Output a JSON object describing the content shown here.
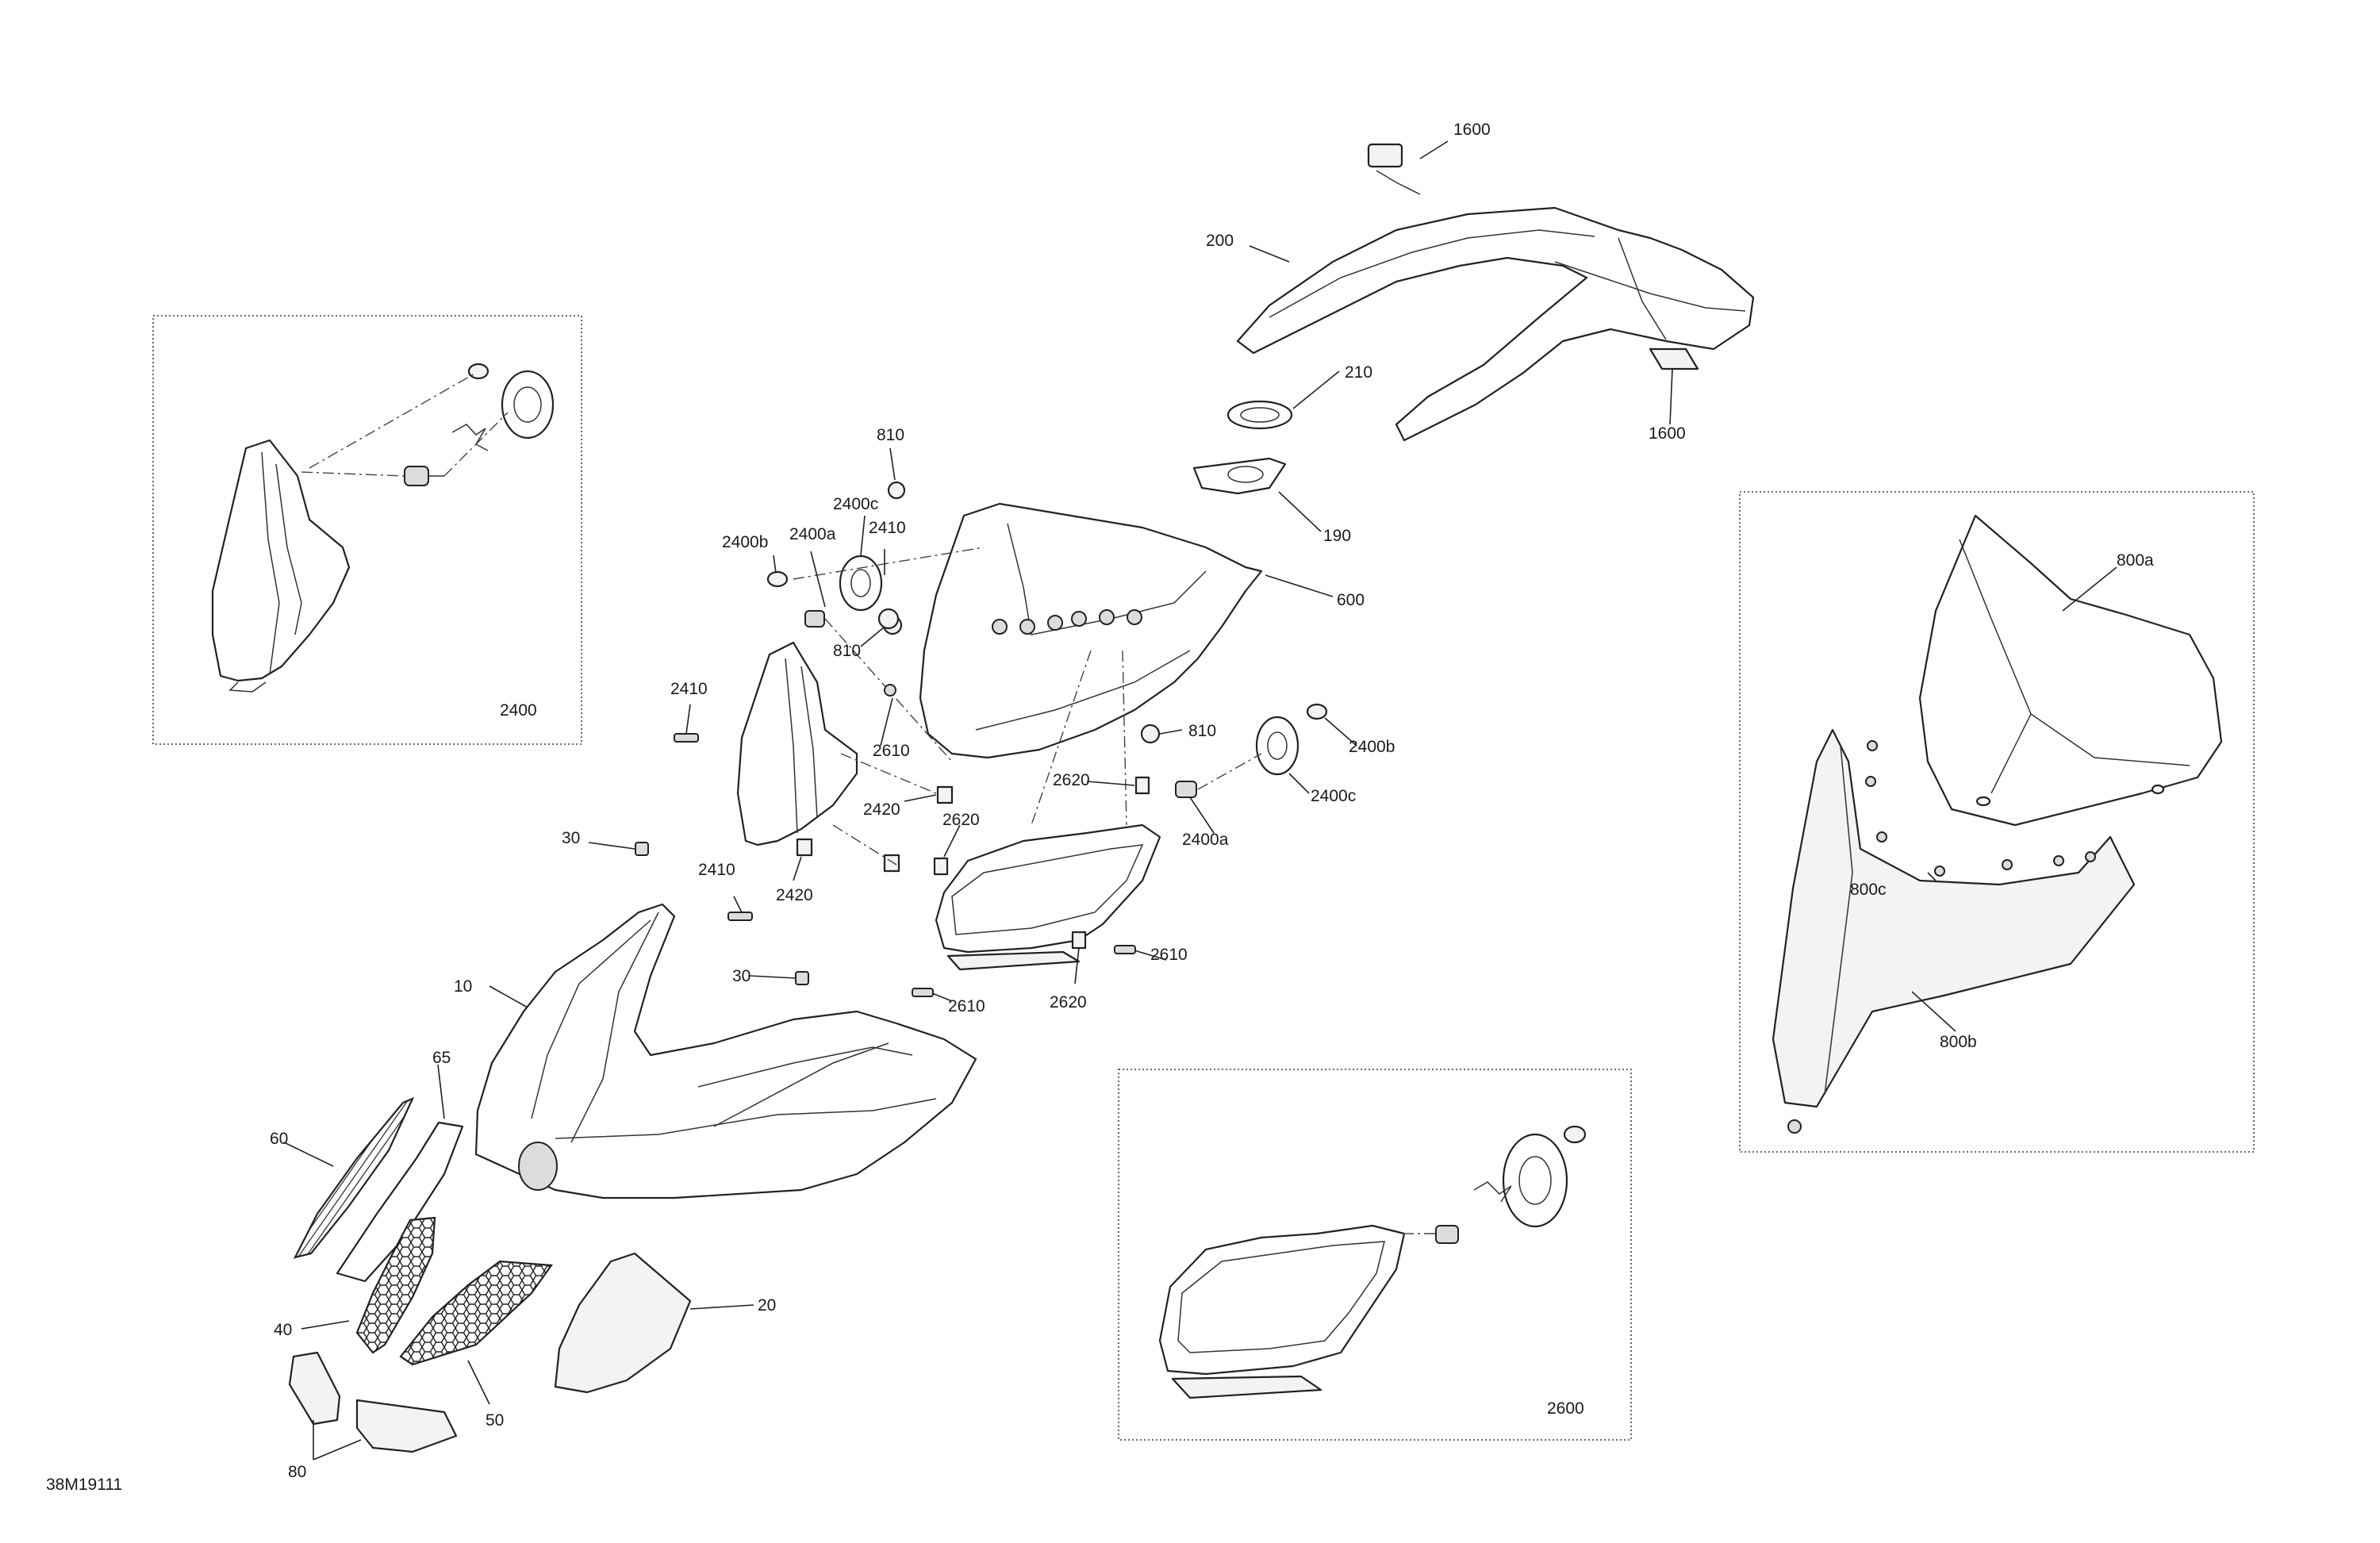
{
  "figure_id": "38M19111",
  "callouts": [
    "10",
    "20",
    "30",
    "30",
    "40",
    "50",
    "60",
    "65",
    "80",
    "190",
    "200",
    "210",
    "600",
    "810",
    "810",
    "810",
    "1600",
    "1600",
    "2400",
    "2400a",
    "2400a",
    "2400b",
    "2400b",
    "2400c",
    "2400c",
    "2410",
    "2410",
    "2410",
    "2420",
    "2420",
    "2600",
    "2610",
    "2610",
    "2610",
    "2620",
    "2620",
    "2620",
    "800a",
    "800b",
    "800c"
  ],
  "inset_labels": {
    "left_headlamp_detail": "2400",
    "right_headlamp_detail": "2600"
  }
}
